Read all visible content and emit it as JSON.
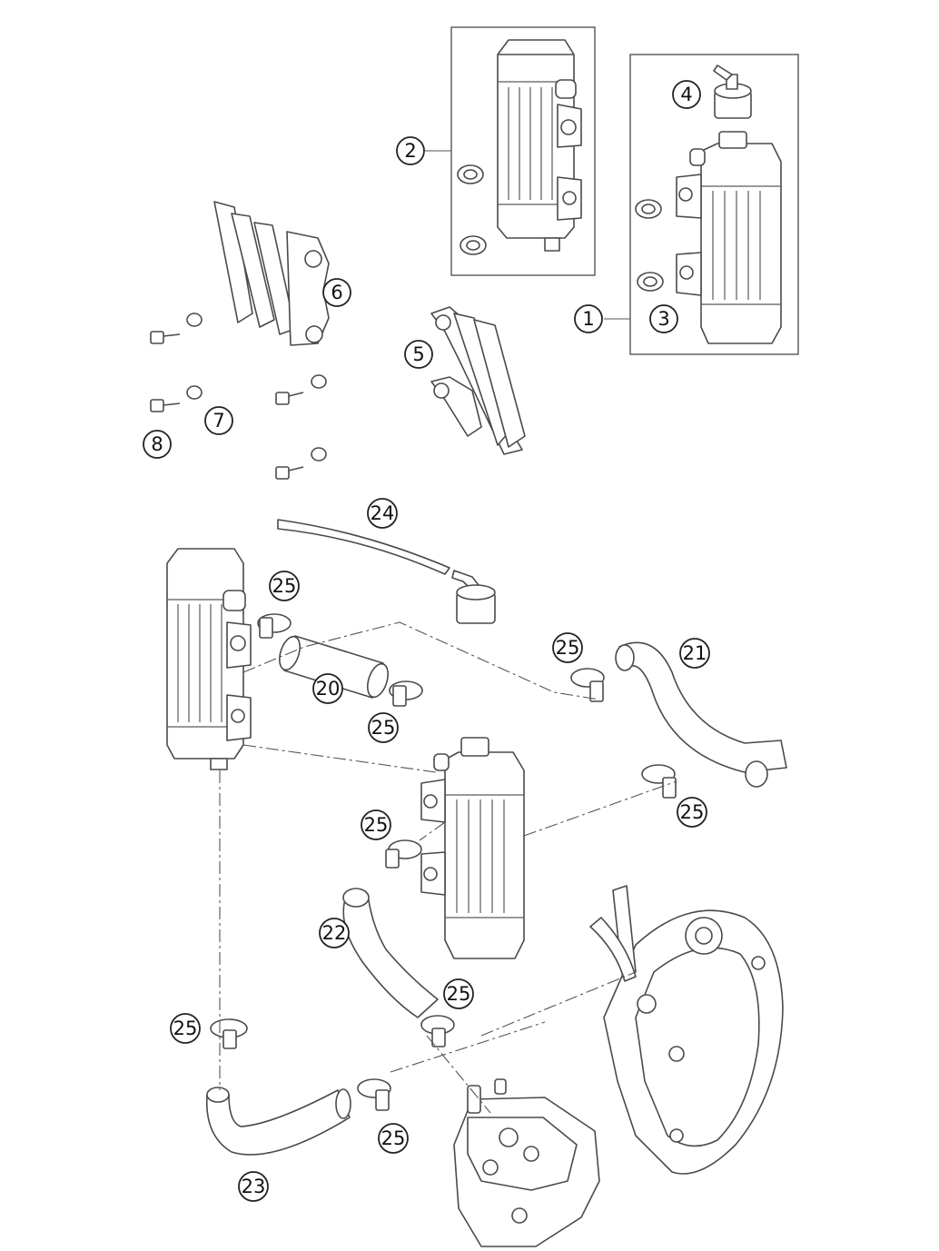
{
  "callouts": {
    "c1": "1",
    "c2": "2",
    "c3": "3",
    "c4": "4",
    "c5": "5",
    "c6": "6",
    "c7": "7",
    "c8": "8",
    "c20": "20",
    "c21": "21",
    "c22": "22",
    "c23": "23",
    "c24": "24",
    "c25a": "25",
    "c25b": "25",
    "c25c": "25",
    "c25d": "25",
    "c25e": "25",
    "c25f": "25",
    "c25g": "25",
    "c25h": "25"
  }
}
